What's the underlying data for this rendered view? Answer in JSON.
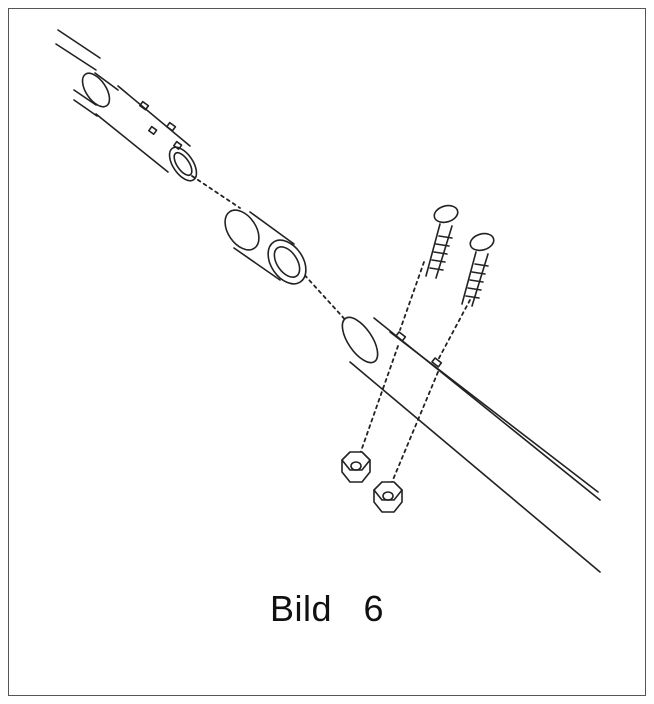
{
  "caption": "Bild   6",
  "colors": {
    "line": "#222222",
    "frame": "#555555",
    "background": "#ffffff"
  },
  "parts": [
    "tube-upper",
    "connector-sleeve",
    "tube-lower",
    "bolt",
    "bolt",
    "lock-nut",
    "lock-nut"
  ]
}
